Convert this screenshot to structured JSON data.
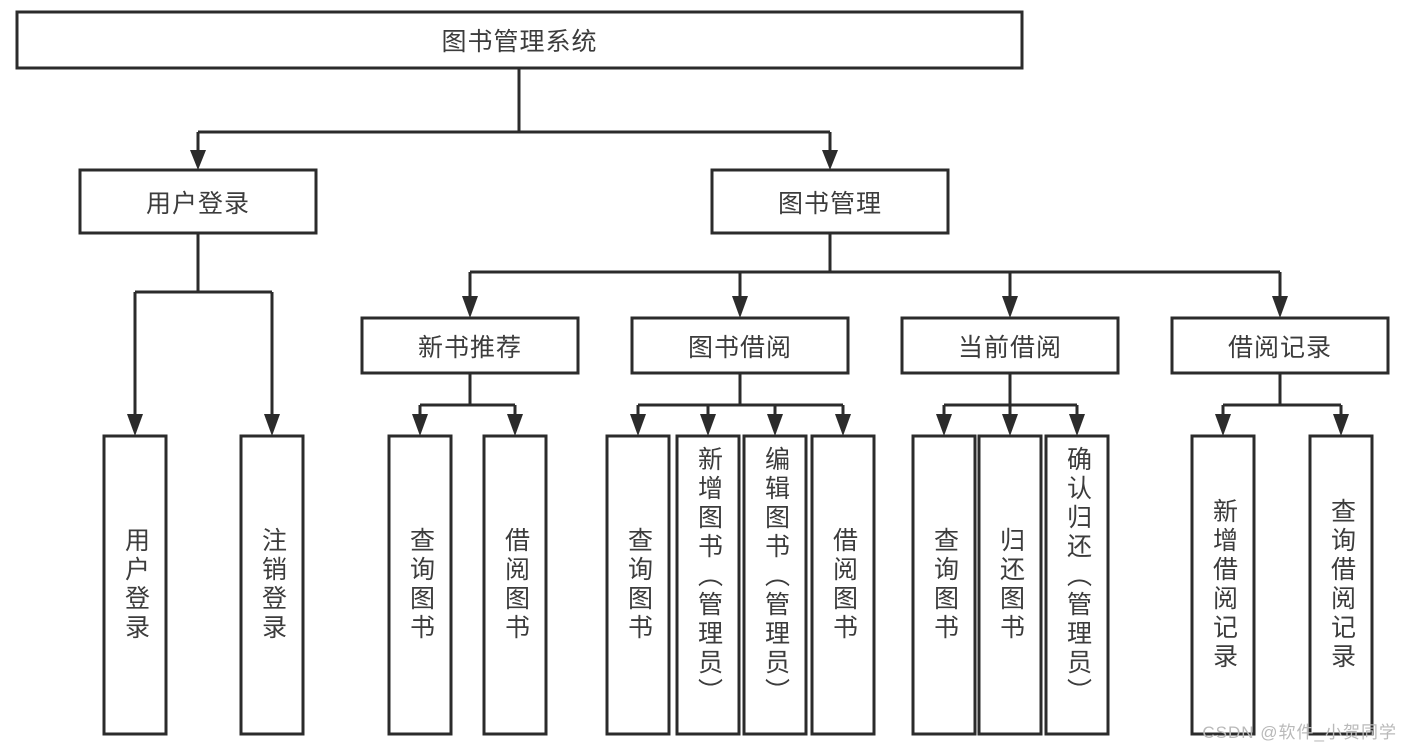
{
  "diagram": {
    "type": "tree",
    "title": "图书管理系统",
    "orientation": "top-down",
    "watermark": "CSDN @软件_小贺同学",
    "colors": {
      "box_fill": "#ffffff",
      "box_stroke": "#2b2b2b",
      "text": "#3c3c3c",
      "watermark": "#b9b9b9",
      "background": "#ffffff"
    },
    "nodes": {
      "root": {
        "label": "图书管理系统"
      },
      "level1": [
        {
          "label": "用户登录"
        },
        {
          "label": "图书管理"
        }
      ],
      "level2": [
        {
          "label": "新书推荐"
        },
        {
          "label": "图书借阅"
        },
        {
          "label": "当前借阅"
        },
        {
          "label": "借阅记录"
        }
      ],
      "leaves": {
        "user_login": [
          {
            "label": "用户登录"
          },
          {
            "label": "注销登录"
          }
        ],
        "new_book_recommend": [
          {
            "label": "查询图书"
          },
          {
            "label": "借阅图书"
          }
        ],
        "book_borrow": [
          {
            "label": "查询图书"
          },
          {
            "label": "新增图书（管理员）"
          },
          {
            "label": "编辑图书（管理员）"
          },
          {
            "label": "借阅图书"
          }
        ],
        "current_borrow": [
          {
            "label": "查询图书"
          },
          {
            "label": "归还图书"
          },
          {
            "label": "确认归还（管理员）"
          }
        ],
        "borrow_record": [
          {
            "label": "新增借阅记录"
          },
          {
            "label": "查询借阅记录"
          }
        ]
      }
    }
  }
}
